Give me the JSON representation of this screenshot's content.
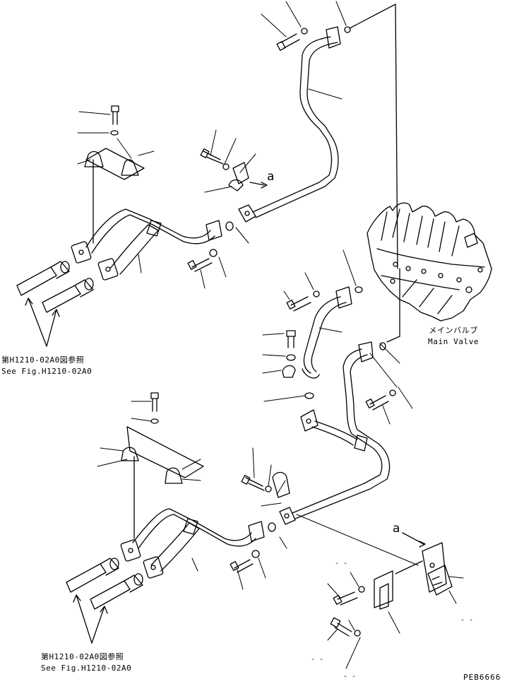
{
  "references": {
    "upper": {
      "jp": "第H1210-02A0図参照",
      "en": "See Fig.H1210-02A0"
    },
    "lower": {
      "jp": "第H1210-02A0図参照",
      "en": "See Fig.H1210-02A0"
    }
  },
  "main_valve": {
    "jp": "メインバルブ",
    "en": "Main Valve"
  },
  "callouts": {
    "upper": "a",
    "lower": "a"
  },
  "dashes": {
    "d1": "- -",
    "d2": "- -",
    "d3": "- -",
    "d4": "- -"
  },
  "drawing_code": "PEB6666"
}
